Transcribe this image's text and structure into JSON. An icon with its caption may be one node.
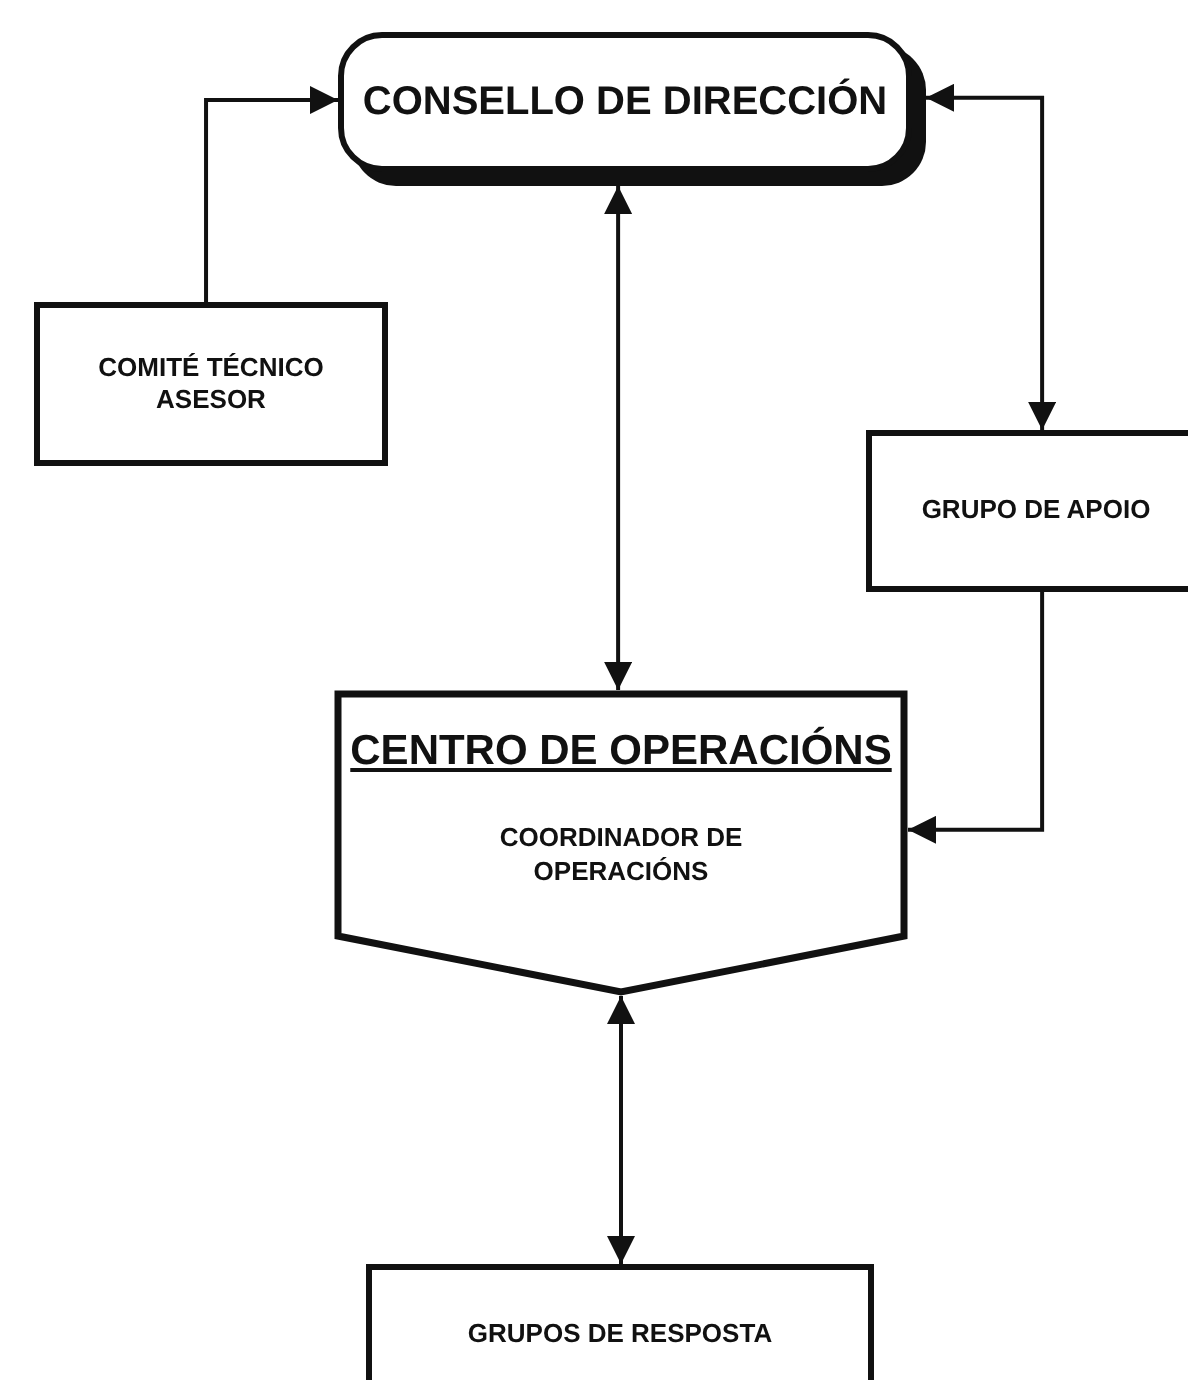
{
  "diagram": {
    "nodes": [
      {
        "text": [
          "CONSELLO DE DIRECCIÓN"
        ]
      },
      {
        "text": [
          "COMITÉ TÉCNICO ASESOR"
        ]
      },
      {
        "text": [
          "GRUPO DE APOIO"
        ]
      },
      {
        "text": [
          "CENTRO DE OPERACIÓNS",
          "COORDINADOR DE OPERACIÓNS"
        ]
      },
      {
        "text": [
          "GRUPOS DE RESPOSTA"
        ]
      }
    ],
    "edges": [
      {
        "from": 1,
        "to": 0,
        "arrow": "to"
      },
      {
        "from": 0,
        "to": 2,
        "arrow": "both"
      },
      {
        "from": 0,
        "to": 3,
        "arrow": "both"
      },
      {
        "from": 2,
        "to": 3,
        "arrow": "to"
      },
      {
        "from": 3,
        "to": 4,
        "arrow": "both"
      }
    ]
  }
}
